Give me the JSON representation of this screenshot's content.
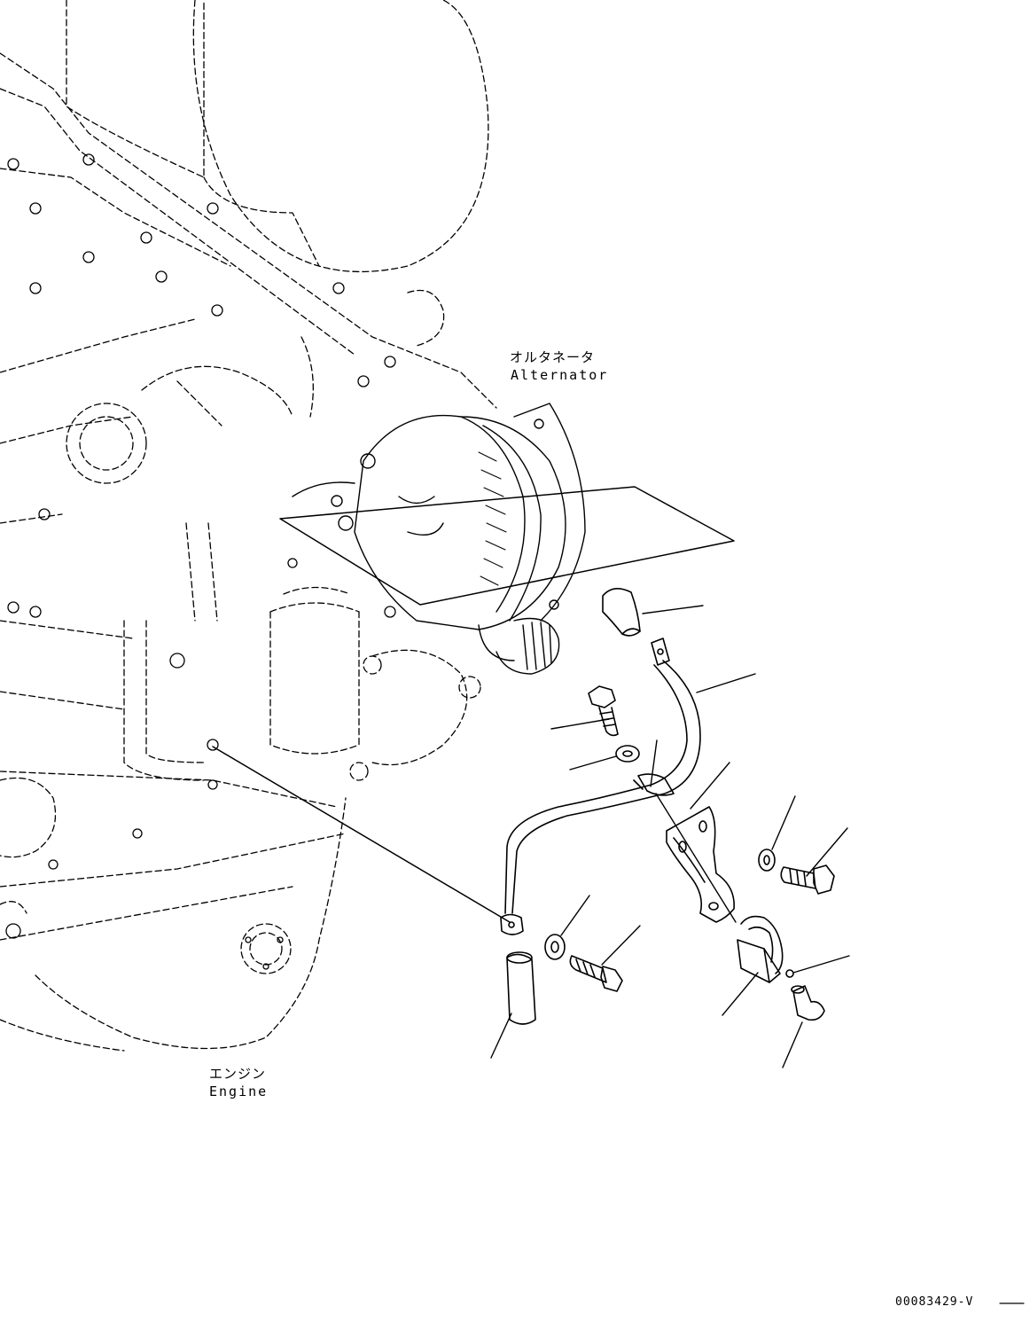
{
  "labels": {
    "alternator_jp": "オルタネータ",
    "alternator_en": "Alternator",
    "engine_jp": "エンジン",
    "engine_en": "Engine",
    "drawing_code": "00083429-V"
  },
  "colors": {
    "line": "#000000",
    "background": "#ffffff"
  }
}
